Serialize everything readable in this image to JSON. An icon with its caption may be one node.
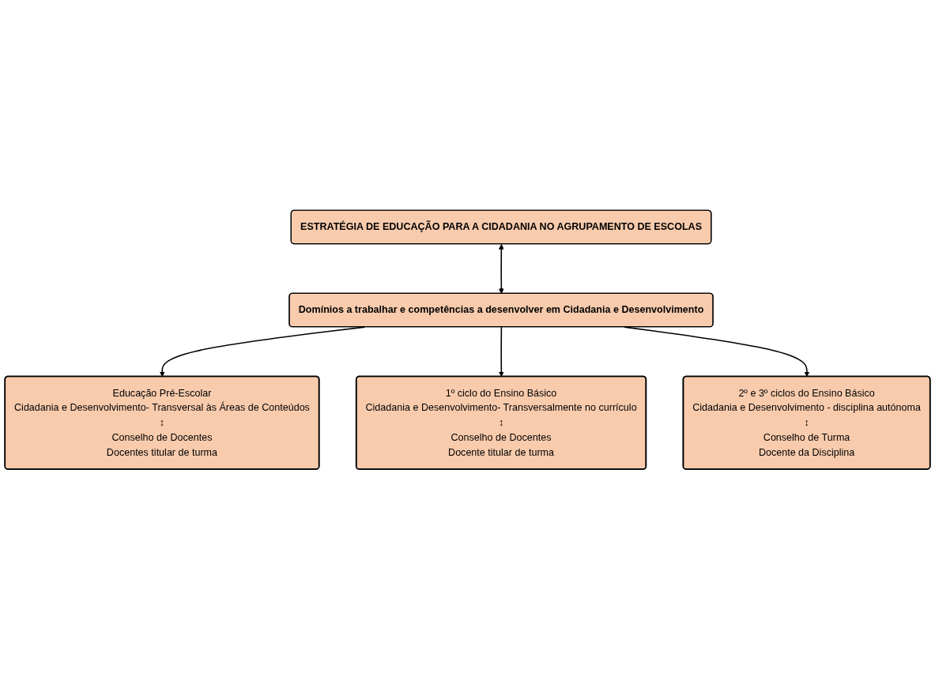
{
  "diagram": {
    "nodes": [
      {
        "text": [
          "ESTRATÉGIA DE EDUCAÇÃO PARA A CIDADANIA NO AGRUPAMENTO DE ESCOLAS"
        ]
      },
      {
        "text": [
          "Domínios a trabalhar e competências a desenvolver em Cidadania e Desenvolvimento"
        ]
      },
      {
        "text": [
          "Educação Pré-Escolar",
          "Cidadania e Desenvolvimento- Transversal às Áreas de Conteúdos",
          "↕",
          "Conselho de Docentes",
          "Docentes titular de turma"
        ]
      },
      {
        "text": [
          "1º ciclo do Ensino Básico",
          "Cidadania e Desenvolvimento- Transversalmente no currículo",
          "↕",
          "Conselho de Docentes",
          "Docente titular de turma"
        ]
      },
      {
        "text": [
          "2º e 3º ciclos do Ensino Básico",
          "Cidadania e Desenvolvimento - disciplina autónoma",
          "↕",
          "Conselho de Turma",
          "Docente da Disciplina"
        ]
      }
    ],
    "edges": [
      {
        "from": 0,
        "to": 1,
        "arrow": "both"
      },
      {
        "from": 1,
        "to": 2,
        "arrow": "to"
      },
      {
        "from": 1,
        "to": 3,
        "arrow": "to"
      },
      {
        "from": 1,
        "to": 4,
        "arrow": "to"
      }
    ]
  }
}
